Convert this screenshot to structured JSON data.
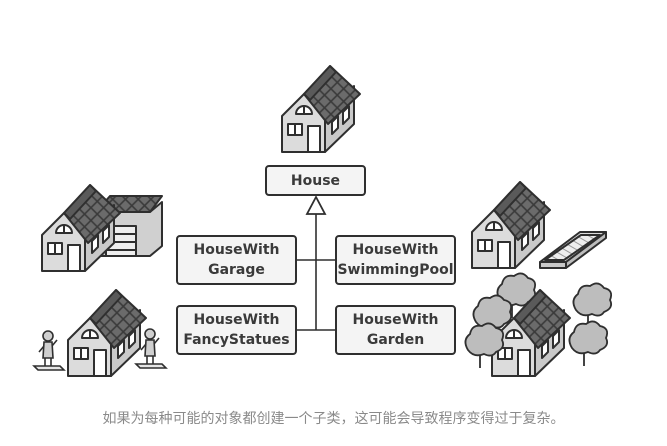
{
  "classes": {
    "base": "House",
    "subclasses": [
      {
        "line1": "HouseWith",
        "line2": "Garage"
      },
      {
        "line1": "HouseWith",
        "line2": "SwimmingPool"
      },
      {
        "line1": "HouseWith",
        "line2": "FancyStatues"
      },
      {
        "line1": "HouseWith",
        "line2": "Garden"
      }
    ]
  },
  "caption": "如果为每种可能的对象都创建一个子类，这可能会导致程序变得过于复杂。",
  "colors": {
    "outline": "#2f2f2f",
    "box_fill": "#f4f4f4",
    "roof": "#6b6b6b",
    "wall": "#d9d9d9",
    "tree": "#bdbdbd",
    "caption": "#8a8a8a"
  }
}
